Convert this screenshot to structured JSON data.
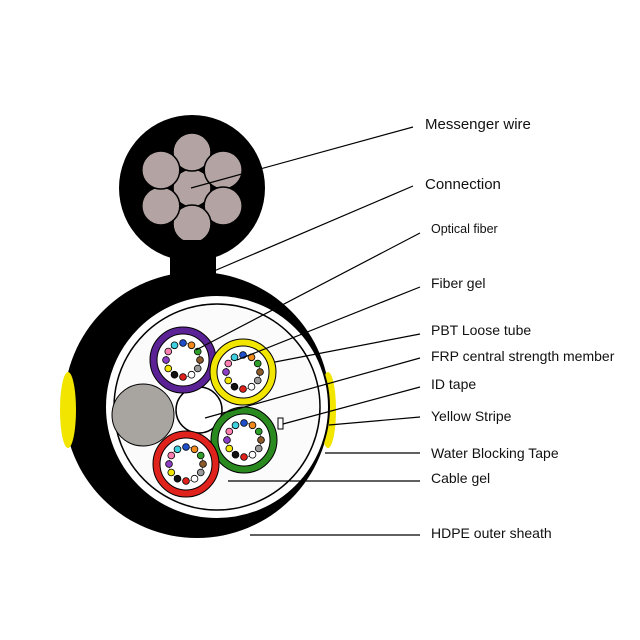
{
  "labels": {
    "messenger_wire": "Messenger wire",
    "connection": "Connection",
    "optical_fiber": "Optical fiber",
    "fiber_gel": "Fiber gel",
    "pbt_loose_tube": "PBT Loose tube",
    "frp_member": "FRP central strength member",
    "id_tape": "ID tape",
    "yellow_stripe": "Yellow Stripe",
    "water_blocking_tape": "Water Blocking Tape",
    "cable_gel": "Cable gel",
    "hdpe_sheath": "HDPE outer sheath"
  },
  "colors": {
    "sheath": "#000000",
    "messenger_strand": "#b3a3a3",
    "yellow_stripe": "#f2e500",
    "tube_purple": "#5b2296",
    "tube_yellow": "#f2e500",
    "tube_green": "#2a8a1f",
    "tube_red": "#e0221c",
    "filler": "#a8a5a0",
    "fiber_colors": [
      "#1e4fc9",
      "#f08a1c",
      "#2f9e2a",
      "#8b5a2b",
      "#9a9a9a",
      "#ffffff",
      "#e0221c",
      "#111111",
      "#f2e500",
      "#8c3fc4",
      "#ff7fb0",
      "#3fd0e0"
    ]
  }
}
